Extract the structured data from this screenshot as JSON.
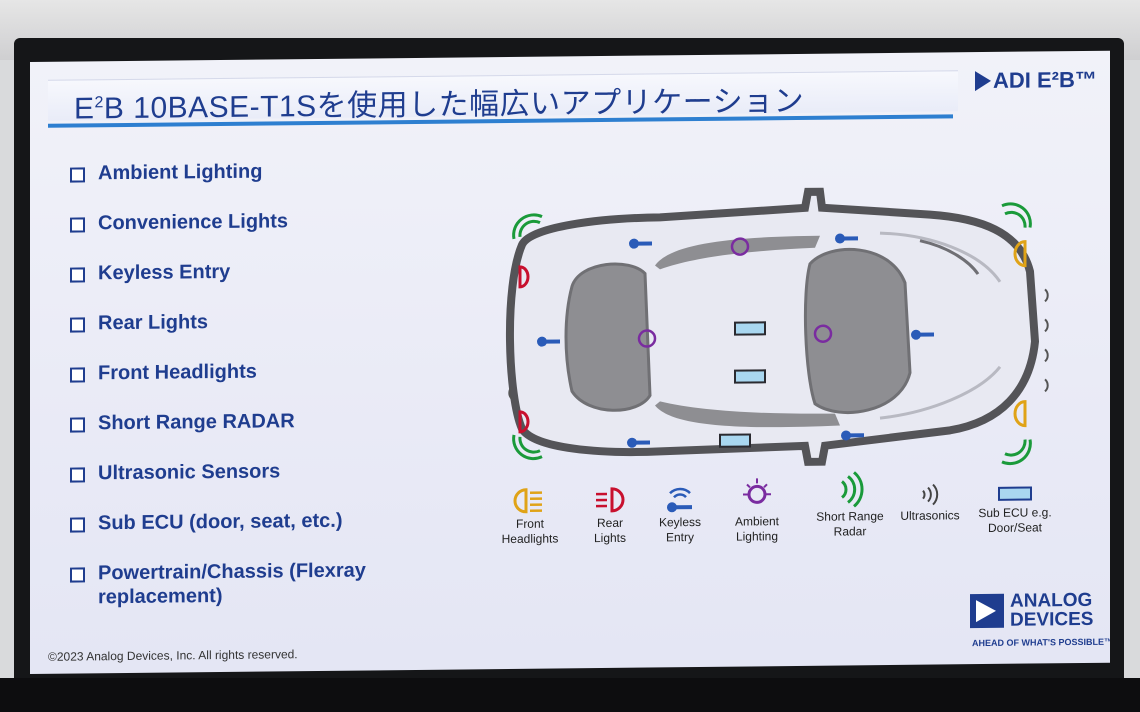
{
  "slide": {
    "title_prefix": "E",
    "title_sup": "2",
    "title_rest": "B 10BASE-T1Sを使用した幅広いアプリケーション",
    "logo_top": "ADI E²B™",
    "copyright": "©2023 Analog Devices, Inc. All rights reserved.",
    "adi_name_line1": "ANALOG",
    "adi_name_line2": "DEVICES",
    "adi_tagline": "AHEAD OF WHAT'S POSSIBLE™"
  },
  "bullets": [
    "Ambient Lighting",
    "Convenience Lights",
    "Keyless Entry",
    "Rear Lights",
    "Front Headlights",
    "Short Range RADAR",
    "Ultrasonic Sensors",
    "Sub ECU (door, seat, etc.)",
    "Powertrain/Chassis (Flexray replacement)"
  ],
  "legend": [
    {
      "line1": "Front",
      "line2": "Headlights",
      "icon": "headlight-icon",
      "color": "#e0a317"
    },
    {
      "line1": "Rear",
      "line2": "Lights",
      "icon": "rear-light-icon",
      "color": "#c8102e"
    },
    {
      "line1": "Keyless",
      "line2": "Entry",
      "icon": "key-wifi-icon",
      "color": "#2a5bb8"
    },
    {
      "line1": "Ambient",
      "line2": "Lighting",
      "icon": "bulb-icon",
      "color": "#7a2ca0"
    },
    {
      "line1": "Short Range",
      "line2": "Radar",
      "icon": "radar-icon",
      "color": "#1a9a3a"
    },
    {
      "line1": "Ultrasonics",
      "line2": "",
      "icon": "ultrasonic-icon",
      "color": "#444444"
    },
    {
      "line1": "Sub ECU e.g.",
      "line2": "Door/Seat",
      "icon": "sub-ecu-icon",
      "color": "#1f3d8f"
    }
  ]
}
